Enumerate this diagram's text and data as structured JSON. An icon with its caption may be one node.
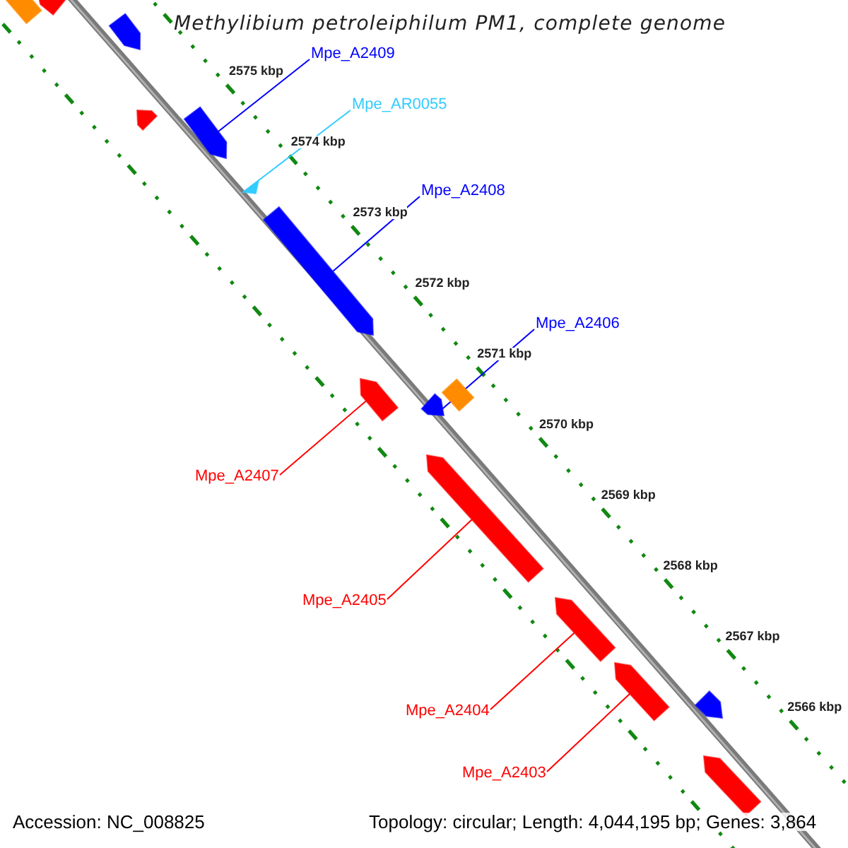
{
  "diagram": {
    "title": "Methylibium petroleiphilum PM1, complete genome",
    "nodes": [
      {
        "text": [],
        "shape": "box"
      },
      {
        "text": [],
        "shape": "arrow"
      },
      {
        "text": [],
        "shape": "arrow"
      },
      {
        "text": [
          "Mpe_A2409"
        ]
      },
      {
        "text": [],
        "shape": "arrow"
      },
      {
        "text": [],
        "shape": "arrow"
      },
      {
        "text": [
          "Mpe_AR0055"
        ]
      },
      {
        "text": [],
        "shape": "triangle"
      },
      {
        "text": [
          "Mpe_A2408"
        ]
      },
      {
        "text": [],
        "shape": "arrow"
      },
      {
        "text": [
          "Mpe_A2406"
        ]
      },
      {
        "text": [],
        "shape": "arrow"
      },
      {
        "text": [],
        "shape": "box"
      },
      {
        "text": [],
        "shape": "arrow"
      },
      {
        "text": [
          "Mpe_A2407"
        ]
      },
      {
        "text": [],
        "shape": "arrow"
      },
      {
        "text": [
          "Mpe_A2405"
        ]
      },
      {
        "text": [],
        "shape": "arrow"
      },
      {
        "text": [],
        "shape": "arrow"
      },
      {
        "text": [
          "Mpe_A2404"
        ]
      },
      {
        "text": [],
        "shape": "arrow"
      },
      {
        "text": [
          "Mpe_A2403"
        ]
      },
      {
        "text": [],
        "shape": "arrow"
      }
    ],
    "edges": [
      {
        "from": 3,
        "to": 5,
        "arrow": "none",
        "color": "#0000ff"
      },
      {
        "from": 6,
        "to": 7,
        "arrow": "none",
        "color": "#33ccff"
      },
      {
        "from": 8,
        "to": 9,
        "arrow": "none",
        "color": "#0000ff"
      },
      {
        "from": 10,
        "to": 13,
        "arrow": "none",
        "color": "#0000ff"
      },
      {
        "from": 14,
        "to": 11,
        "arrow": "none"
      },
      {
        "from": 16,
        "to": 15,
        "arrow": "none"
      },
      {
        "from": 19,
        "to": 17,
        "arrow": "none"
      },
      {
        "from": 21,
        "to": 18,
        "arrow": "none"
      }
    ],
    "labels": [
      "2575 kbp",
      "2574 kbp",
      "2573 kbp",
      "2572 kbp",
      "2571 kbp",
      "2570 kbp",
      "2569 kbp",
      "2568 kbp",
      "2567 kbp",
      "2566 kbp",
      "Accession: NC_008825",
      "Topology: circular; Length: 4,044,195 bp; Genes: 3,864"
    ]
  }
}
